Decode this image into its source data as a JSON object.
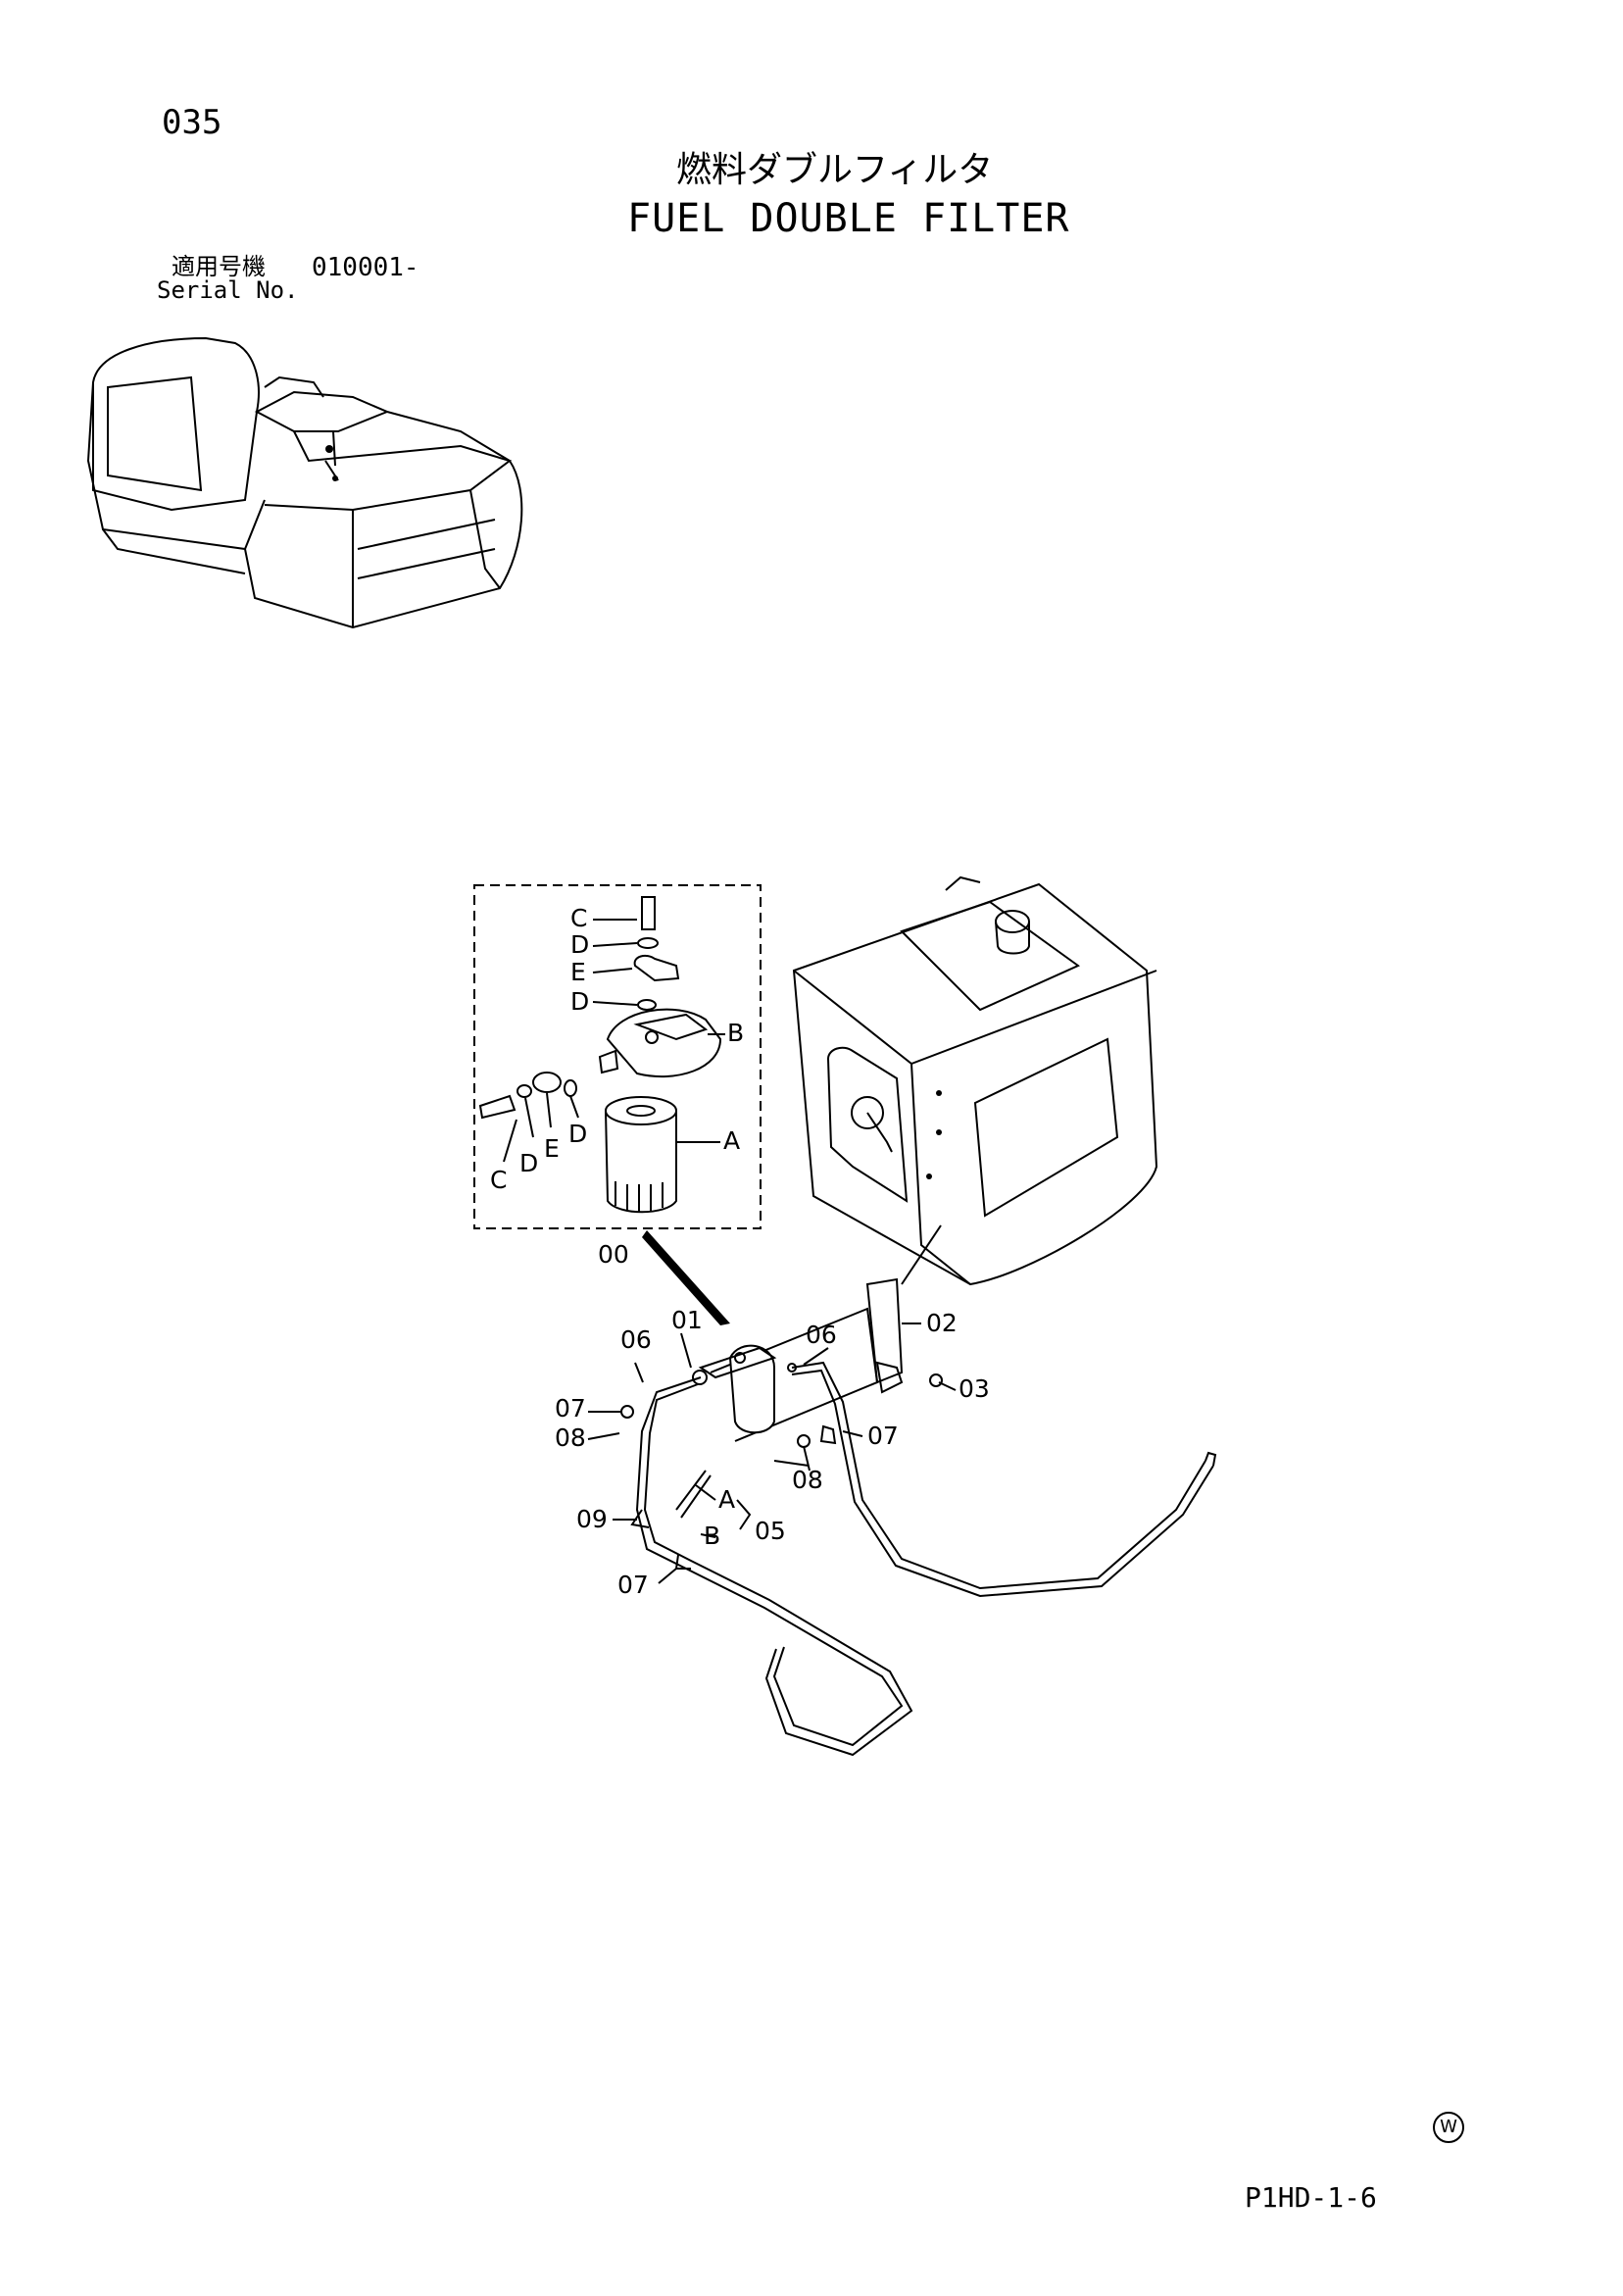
{
  "page": {
    "number": "035",
    "title_jp": "燃料ダブルフィルタ",
    "title_en": "FUEL DOUBLE FILTER",
    "serial_label_jp": "適用号機",
    "serial_value": "010001-",
    "serial_label_en": "Serial No.",
    "page_code": "P1HD-1-6",
    "mark": "W"
  },
  "diagram": {
    "callouts": {
      "detail": [
        "C",
        "D",
        "E",
        "D",
        "B",
        "A",
        "C",
        "D",
        "E",
        "D"
      ],
      "assembly_id": "00",
      "parts": [
        "01",
        "02",
        "03",
        "05",
        "06",
        "06",
        "07",
        "07",
        "07",
        "08",
        "08",
        "09"
      ],
      "hose_ends": [
        "A",
        "B"
      ]
    }
  }
}
